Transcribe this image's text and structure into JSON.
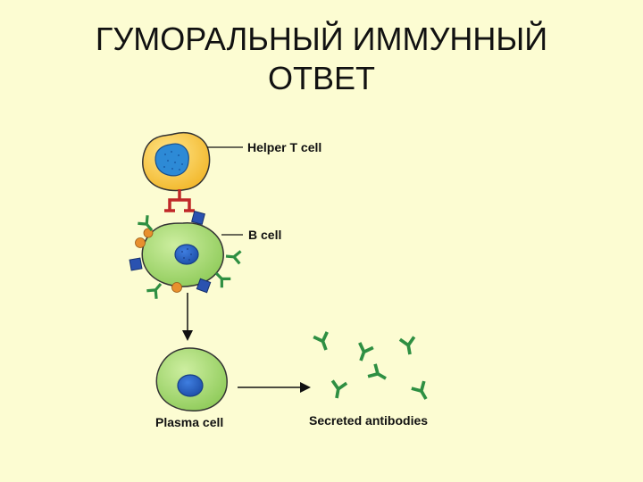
{
  "title": {
    "line1": "ГУМОРАЛЬНЫЙ ИММУННЫЙ",
    "line2": "ОТВЕТ"
  },
  "diagram": {
    "labels": {
      "helper_t_cell": "Helper T cell",
      "b_cell": "B cell",
      "plasma_cell": "Plasma cell",
      "secreted_antibodies": "Secreted antibodies"
    },
    "colors": {
      "background": "#fcfcd2",
      "helper_t_cell": "#f5c23a",
      "b_cell": "#9fd46a",
      "nucleus": "#2a5fbf",
      "antibody": "#2e8f42",
      "receptor": "#c02828",
      "antigen_square": "#2a52b0",
      "antigen_circle": "#e8902e"
    },
    "icons": [
      "helper-t-cell-icon",
      "b-cell-icon",
      "plasma-cell-icon",
      "antibody-icon",
      "arrow-down-icon",
      "arrow-right-icon"
    ]
  }
}
